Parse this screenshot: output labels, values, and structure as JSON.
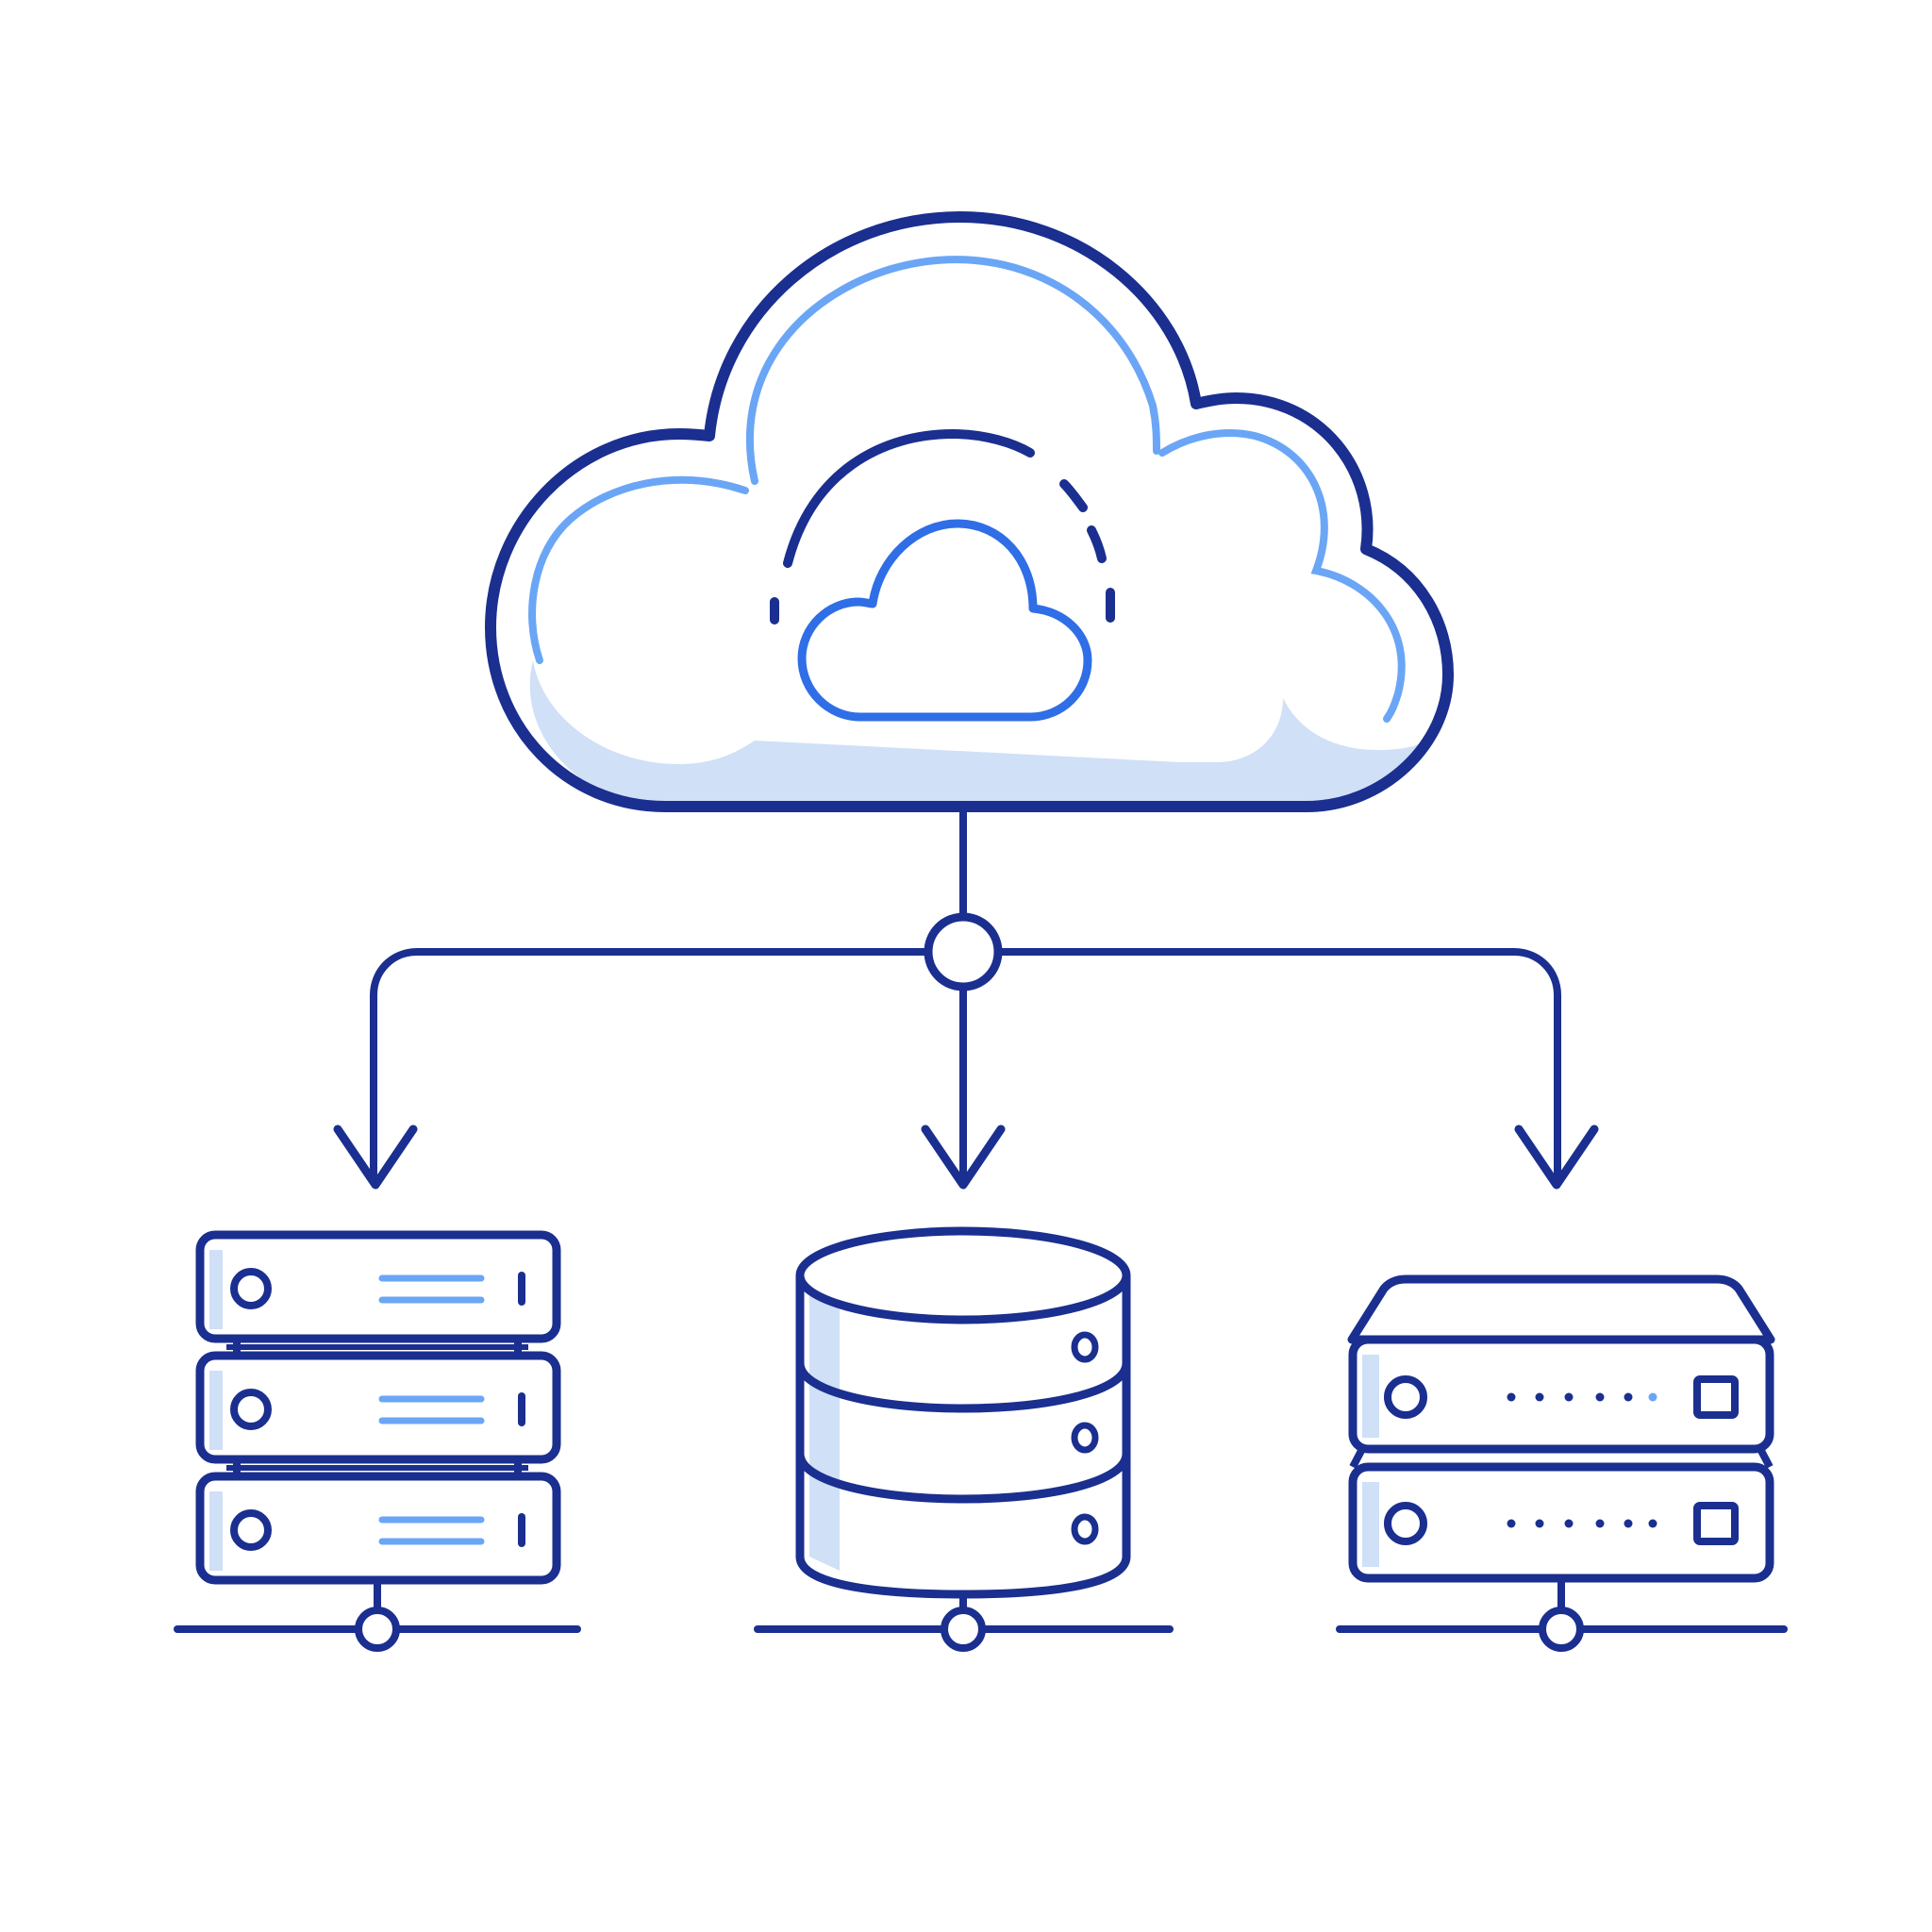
{
  "diagram": {
    "description_kind": "cloud-to-infrastructure network illustration (no printed text)",
    "colors": {
      "stroke_dark": "#1a2f8f",
      "stroke_accent": "#2f6ee6",
      "stroke_light": "#6aa6f5",
      "fill_light": "#cfe0f7",
      "background": "#ffffff"
    },
    "nodes": [
      {
        "id": "cloud",
        "icon": "cloud-icon",
        "contains": "cloud-sync-icon"
      },
      {
        "id": "hub",
        "icon": "junction-node-icon"
      },
      {
        "id": "server-stack",
        "icon": "server-rack-icon",
        "units": 3
      },
      {
        "id": "database",
        "icon": "database-cylinder-icon",
        "layers": 3
      },
      {
        "id": "storage-appliance",
        "icon": "network-storage-icon",
        "units": 2
      }
    ],
    "edges": [
      {
        "from": "cloud",
        "to": "hub"
      },
      {
        "from": "hub",
        "to": "server-stack",
        "arrow": true
      },
      {
        "from": "hub",
        "to": "database",
        "arrow": true
      },
      {
        "from": "hub",
        "to": "storage-appliance",
        "arrow": true
      }
    ]
  }
}
